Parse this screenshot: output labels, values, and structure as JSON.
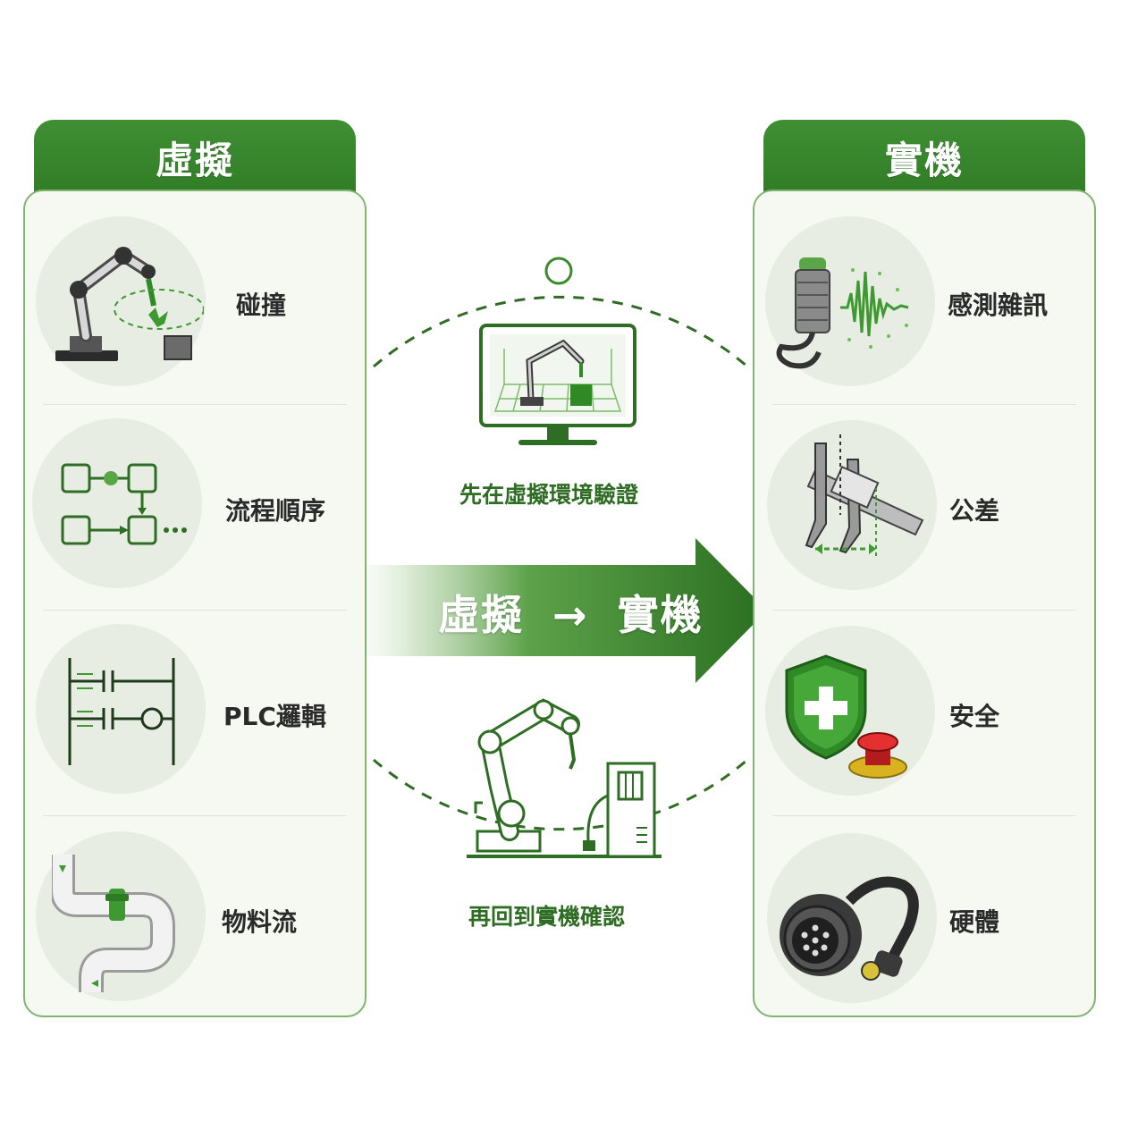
{
  "left_panel": {
    "title": "虛擬",
    "items": [
      {
        "label": "碰撞",
        "icon": "robot-collision-icon"
      },
      {
        "label": "流程順序",
        "icon": "flowchart-icon"
      },
      {
        "label": "PLC邏輯",
        "icon": "ladder-logic-icon"
      },
      {
        "label": "物料流",
        "icon": "pipe-flow-icon"
      }
    ]
  },
  "right_panel": {
    "title": "實機",
    "items": [
      {
        "label": "感測雜訊",
        "icon": "sensor-noise-icon"
      },
      {
        "label": "公差",
        "icon": "caliper-icon"
      },
      {
        "label": "安全",
        "icon": "safety-shield-icon"
      },
      {
        "label": "硬體",
        "icon": "connector-cable-icon"
      }
    ]
  },
  "center": {
    "top_caption": "先在虛擬環境驗證",
    "bottom_caption": "再回到實機確認",
    "arrow": {
      "from": "虛擬",
      "symbol": "→",
      "to": "實機"
    }
  },
  "colors": {
    "primary_green": "#2f7a25",
    "light_green": "#4caf3a",
    "panel_bg": "#f6f9f2",
    "panel_border": "#7fb56f"
  }
}
